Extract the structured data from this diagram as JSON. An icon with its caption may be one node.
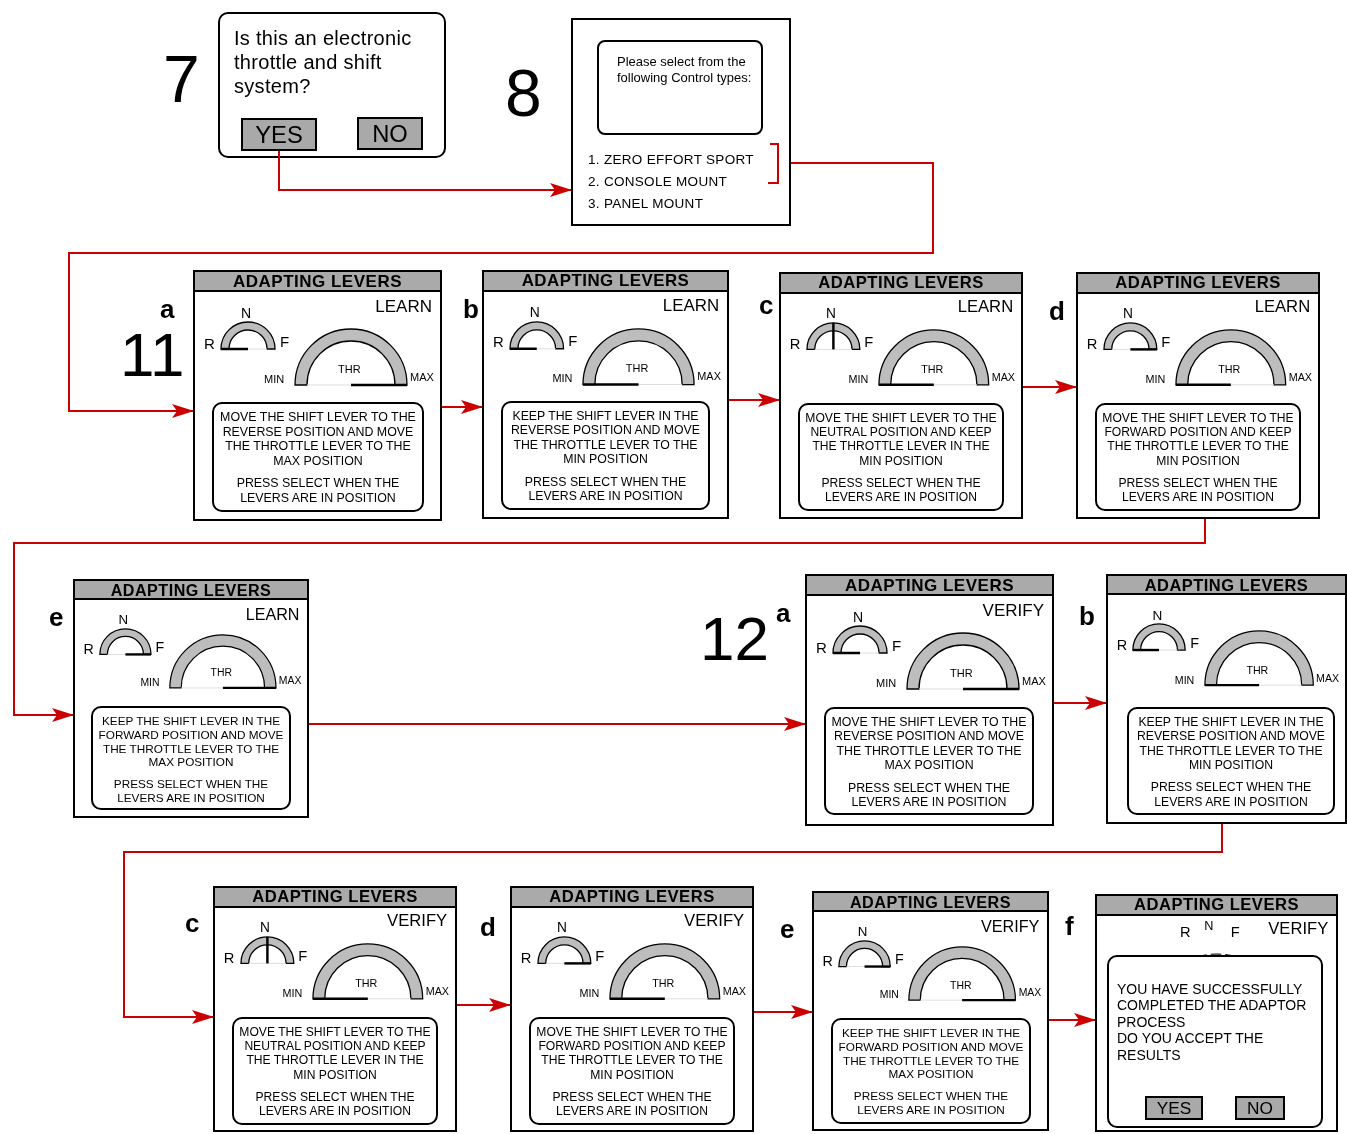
{
  "diagram": {
    "nodes": [
      {
        "text": [
          "Is this an electronic throttle and shift system?"
        ],
        "beside": [
          "7"
        ]
      },
      {
        "text": [
          "YES"
        ],
        "in": 0
      },
      {
        "text": [
          "NO"
        ],
        "in": 0
      },
      {
        "text": [
          "1. ZERO EFFORT SPORT",
          "2. CONSOLE MOUNT",
          "3. PANEL MOUNT"
        ],
        "beside": [
          "8"
        ]
      },
      {
        "text": [
          "Please select from the following Control types:"
        ],
        "in": 3
      },
      {
        "text": [
          "ADAPTING LEVERS",
          "LEARN",
          "N",
          "R",
          "F",
          "THR",
          "MIN",
          "MAX"
        ],
        "beside": [
          "11",
          "a"
        ]
      },
      {
        "text": [
          "MOVE THE SHIFT LEVER TO THE REVERSE POSITION AND MOVE THE THROTTLE LEVER TO THE MAX POSITION",
          "PRESS SELECT WHEN THE LEVERS ARE IN POSITION"
        ],
        "in": 5
      },
      {
        "text": [
          "ADAPTING LEVERS",
          "LEARN",
          "N",
          "R",
          "F",
          "THR",
          "MIN",
          "MAX"
        ],
        "beside": [
          "b"
        ]
      },
      {
        "text": [
          "KEEP THE SHIFT LEVER IN THE REVERSE POSITION AND MOVE THE THROTTLE LEVER TO THE MIN POSITION",
          "PRESS SELECT WHEN THE LEVERS ARE IN POSITION"
        ],
        "in": 7
      },
      {
        "text": [
          "ADAPTING LEVERS",
          "LEARN",
          "N",
          "R",
          "F",
          "THR",
          "MIN",
          "MAX"
        ],
        "beside": [
          "c"
        ]
      },
      {
        "text": [
          "MOVE THE SHIFT LEVER TO THE NEUTRAL POSITION AND KEEP THE THROTTLE LEVER IN THE MIN POSITION",
          "PRESS SELECT WHEN THE LEVERS ARE IN POSITION"
        ],
        "in": 9
      },
      {
        "text": [
          "ADAPTING LEVERS",
          "LEARN",
          "N",
          "R",
          "F",
          "THR",
          "MIN",
          "MAX"
        ],
        "beside": [
          "d"
        ]
      },
      {
        "text": [
          "MOVE THE SHIFT LEVER TO THE FORWARD POSITION AND KEEP THE THROTTLE LEVER TO THE MIN POSITION",
          "PRESS SELECT WHEN THE LEVERS ARE IN POSITION"
        ],
        "in": 11
      },
      {
        "text": [
          "ADAPTING LEVERS",
          "LEARN",
          "N",
          "R",
          "F",
          "THR",
          "MIN",
          "MAX"
        ],
        "beside": [
          "e"
        ]
      },
      {
        "text": [
          "KEEP THE SHIFT LEVER IN THE FORWARD POSITION AND MOVE THE THROTTLE LEVER TO THE MAX POSITION",
          "PRESS SELECT WHEN THE LEVERS ARE IN POSITION"
        ],
        "in": 13
      },
      {
        "text": [
          "ADAPTING LEVERS",
          "VERIFY",
          "N",
          "R",
          "F",
          "THR",
          "MIN",
          "MAX"
        ],
        "beside": [
          "12",
          "a"
        ]
      },
      {
        "text": [
          "MOVE THE SHIFT LEVER TO THE REVERSE POSITION AND MOVE THE THROTTLE LEVER TO THE MAX POSITION",
          "PRESS SELECT WHEN THE LEVERS ARE IN POSITION"
        ],
        "in": 15
      },
      {
        "text": [
          "ADAPTING LEVERS",
          "N",
          "R",
          "F",
          "THR",
          "MIN",
          "MAX"
        ],
        "beside": [
          "b"
        ]
      },
      {
        "text": [
          "KEEP THE SHIFT LEVER IN THE REVERSE POSITION AND MOVE THE THROTTLE LEVER TO THE MIN POSITION",
          "PRESS SELECT WHEN THE LEVERS ARE IN POSITION"
        ],
        "in": 17
      },
      {
        "text": [
          "ADAPTING LEVERS",
          "VERIFY",
          "N",
          "R",
          "F",
          "THR",
          "MIN",
          "MAX"
        ],
        "beside": [
          "c"
        ]
      },
      {
        "text": [
          "MOVE THE SHIFT LEVER TO THE NEUTRAL POSITION AND KEEP THE THROTTLE LEVER IN THE MIN POSITION",
          "PRESS SELECT WHEN THE LEVERS ARE IN POSITION"
        ],
        "in": 19
      },
      {
        "text": [
          "ADAPTING LEVERS",
          "VERIFY",
          "N",
          "R",
          "F",
          "THR",
          "MIN",
          "MAX"
        ],
        "beside": [
          "d"
        ]
      },
      {
        "text": [
          "MOVE THE SHIFT LEVER TO THE FORWARD POSITION AND KEEP THE THROTTLE LEVER TO THE MIN POSITION",
          "PRESS SELECT WHEN THE LEVERS ARE IN POSITION"
        ],
        "in": 21
      },
      {
        "text": [
          "ADAPTING LEVERS",
          "VERIFY",
          "N",
          "R",
          "F",
          "THR",
          "MIN",
          "MAX"
        ],
        "beside": [
          "e"
        ]
      },
      {
        "text": [
          "KEEP THE SHIFT LEVER IN THE FORWARD POSITION AND MOVE THE THROTTLE LEVER TO THE MAX POSITION",
          "PRESS SELECT WHEN THE LEVERS ARE IN POSITION"
        ],
        "in": 23
      },
      {
        "text": [
          "ADAPTING LEVERS",
          "R",
          "N",
          "F",
          "VERIFY"
        ],
        "beside": [
          "f"
        ]
      },
      {
        "text": [
          "YOU HAVE SUCCESSFULLY COMPLETED THE ADAPTOR PROCESS",
          "DO YOU ACCEPT THE RESULTS"
        ],
        "in": 25
      },
      {
        "text": [
          "YES"
        ],
        "in": 26
      },
      {
        "text": [
          "NO"
        ],
        "in": 26
      }
    ],
    "edges": [
      {
        "from": 1,
        "to": 3,
        "arrow": "to"
      },
      {
        "from": 3,
        "to": 5,
        "arrow": "to"
      },
      {
        "from": 5,
        "to": 7,
        "arrow": "to"
      },
      {
        "from": 7,
        "to": 9,
        "arrow": "to"
      },
      {
        "from": 9,
        "to": 11,
        "arrow": "to"
      },
      {
        "from": 11,
        "to": 13,
        "arrow": "to"
      },
      {
        "from": 13,
        "to": 15,
        "arrow": "to"
      },
      {
        "from": 15,
        "to": 17,
        "arrow": "to"
      },
      {
        "from": 17,
        "to": 19,
        "arrow": "to"
      },
      {
        "from": 19,
        "to": 21,
        "arrow": "to"
      },
      {
        "from": 21,
        "to": 23,
        "arrow": "to"
      },
      {
        "from": 23,
        "to": 25,
        "arrow": "to"
      }
    ]
  }
}
